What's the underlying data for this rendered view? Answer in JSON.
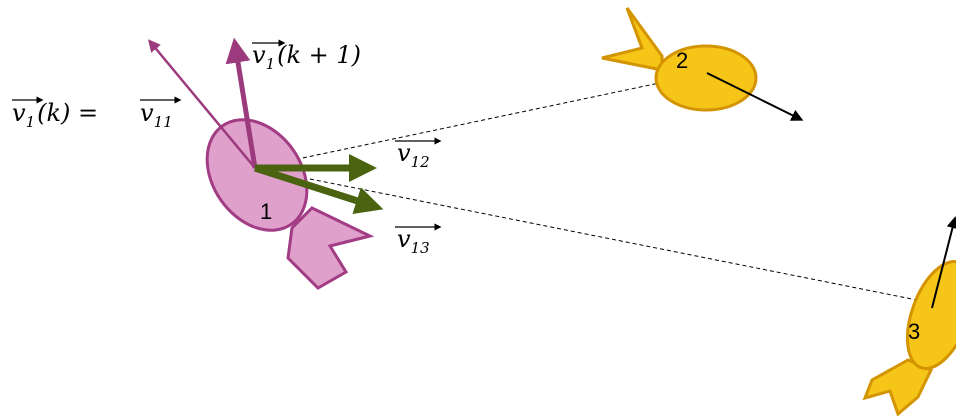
{
  "fish": [
    {
      "id": "1",
      "label": "1",
      "body_color": "#e0a0cc",
      "outline_color": "#a23c84"
    },
    {
      "id": "2",
      "label": "2",
      "body_color": "#f5c518",
      "outline_color": "#d49400"
    },
    {
      "id": "3",
      "label": "3",
      "body_color": "#f5c518",
      "outline_color": "#d49400"
    }
  ],
  "vectors": {
    "v1k": {
      "lhs_name": "v",
      "lhs_sub": "1",
      "lhs_arg": "(k) =",
      "rhs_name": "v",
      "rhs_sub": "11"
    },
    "v1k1": {
      "name": "v",
      "sub": "1",
      "arg": "(k + 1)"
    },
    "v12": {
      "name": "v",
      "sub": "12"
    },
    "v13": {
      "name": "v",
      "sub": "13"
    }
  },
  "colors": {
    "magenta_vector": "#9c3a7e",
    "green_vector": "#4a6310",
    "heading_vector": "#000000",
    "link_line": "#000000"
  }
}
